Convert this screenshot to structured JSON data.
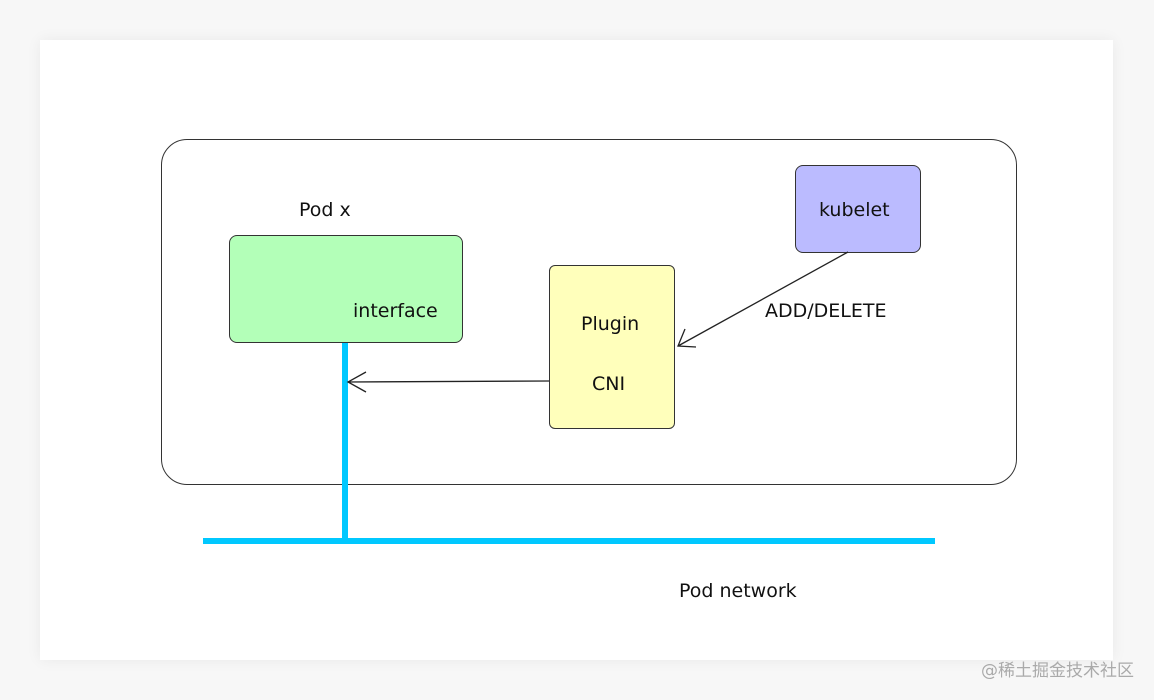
{
  "diagram": {
    "nodes": {
      "pod_title": "Pod x",
      "pod_interface": "interface",
      "plugin_line1": "Plugin",
      "plugin_line2": "CNI",
      "kubelet": "kubelet"
    },
    "edges": {
      "kubelet_to_plugin": "ADD/DELETE"
    },
    "network_label": "Pod network"
  },
  "watermark": "@稀土掘金技术社区",
  "colors": {
    "pod_fill": "#b3ffb8",
    "plugin_fill": "#ffffbb",
    "kubelet_fill": "#bbbbff",
    "network_line": "#00c8ff",
    "outline": "#333333"
  }
}
